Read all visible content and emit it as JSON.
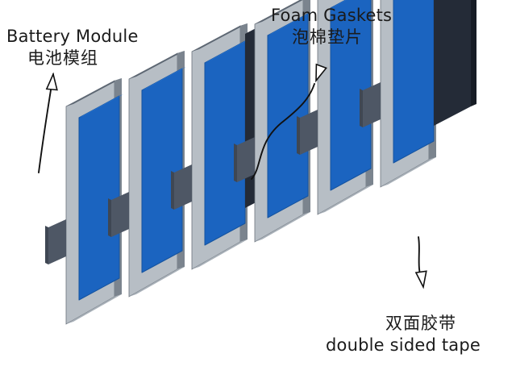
{
  "figure": {
    "title_visible": false,
    "background_color": "#ffffff",
    "projection": "isometric-exploded-stack"
  },
  "labels": [
    {
      "id": "battery-module",
      "english": "Battery Module",
      "chinese": "电池模组",
      "text_color": "#1b1b1b",
      "leader": "curved-arrow-pointing-down-right-to-end-plate"
    },
    {
      "id": "foam-gaskets",
      "english": "Foam Gaskets",
      "chinese": "泡棉垫片",
      "text_color": "#1b1b1b",
      "leader": "curved-arrow-pointing-down-left-to-dark-gasket-layer"
    },
    {
      "id": "double-sided-tape",
      "english": "double sided tape",
      "chinese": "双面胶带",
      "text_color": "#1b1b1b",
      "leader": "curved-arrow-pointing-down-from-blue-panel"
    }
  ],
  "palette": {
    "plate_face": "#b7bec5",
    "plate_face_shadow": "#a9b1b9",
    "plate_top_edge": "#5c6672",
    "plate_side_edge": "#7b848e",
    "plate_tab": "#4e5765",
    "plate_tab_edge": "#3f4753",
    "blue_panel": "#1b64c0",
    "blue_panel_edge": "#14539f",
    "blue_panel_top": "#2a76d4",
    "gasket_dark": "#242b37",
    "gasket_dark_edge": "#161c25",
    "gasket_dark_top": "#39414f",
    "outline": "#6b737d",
    "leader_line": "#111111",
    "arrow_fill": "#ffffff"
  },
  "stack": {
    "unit_count": 6,
    "layers_per_unit": [
      "metal-plate",
      "blue-cell-panel",
      "foam-gasket"
    ],
    "units": [
      {
        "index": 1,
        "has_gasket": false,
        "has_tab_left": true,
        "has_tab_right": false
      },
      {
        "index": 2,
        "has_gasket": false,
        "has_tab_left": true,
        "has_tab_right": false
      },
      {
        "index": 3,
        "has_gasket": true,
        "has_tab_left": true,
        "has_tab_right": false
      },
      {
        "index": 4,
        "has_gasket": false,
        "has_tab_left": true,
        "has_tab_right": false
      },
      {
        "index": 5,
        "has_gasket": false,
        "has_tab_left": true,
        "has_tab_right": false
      },
      {
        "index": 6,
        "has_gasket": true,
        "has_tab_left": true,
        "has_tab_right": true
      }
    ]
  }
}
